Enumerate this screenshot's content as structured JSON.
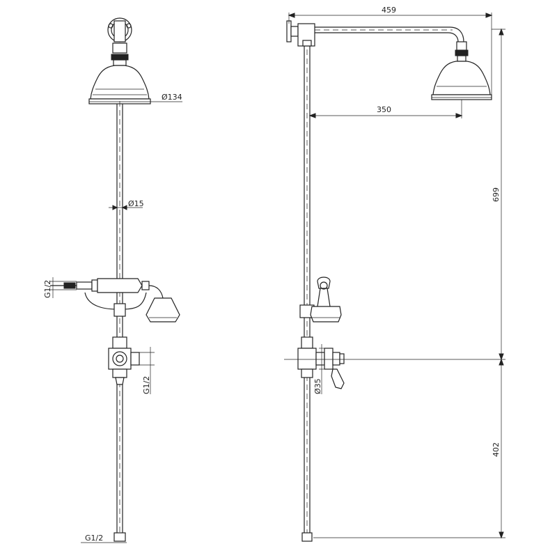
{
  "labels": {
    "front_head_dia": "Ø134",
    "front_pipe_dia": "Ø15",
    "front_handset_thread": "G1/2",
    "front_valve_thread": "G1/2",
    "front_bottom_thread": "G1/2",
    "side_arm_length": "459",
    "side_head_offset": "350",
    "side_upper_height": "699",
    "side_lower_height": "402",
    "side_valve_dia": "Ø35"
  },
  "colors": {
    "line": "#222222",
    "background": "#ffffff"
  }
}
